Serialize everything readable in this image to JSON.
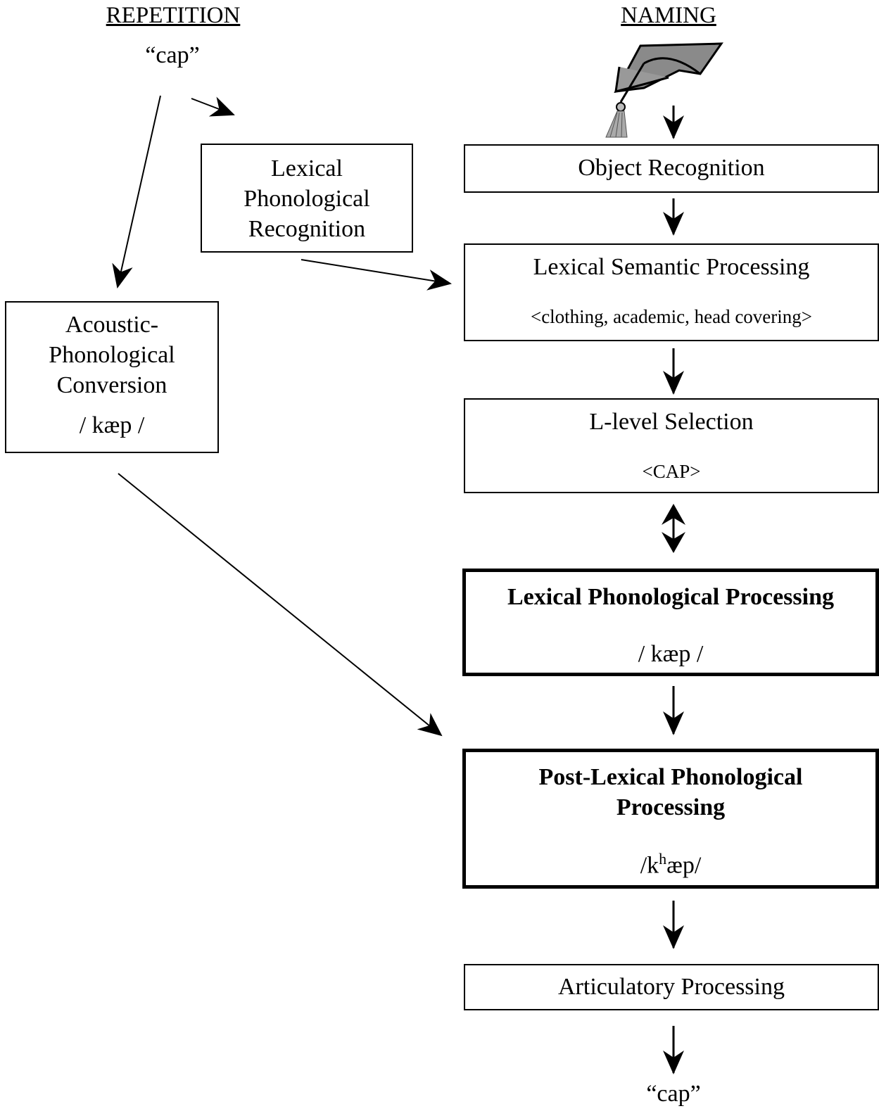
{
  "headers": {
    "repetition": "REPETITION",
    "naming": "NAMING"
  },
  "input_word": "“cap”",
  "output_word": "“cap”",
  "boxes": {
    "lexical_phon_recognition": "Lexical Phonological Recognition",
    "acoustic": {
      "title": "Acoustic- Phonological Conversion",
      "form": "/ kæp /"
    },
    "object_recognition": "Object Recognition",
    "lexical_semantic": {
      "title": "Lexical Semantic Processing",
      "features": "<clothing, academic, head covering>"
    },
    "l_level": {
      "title": "L-level Selection",
      "item": "<CAP>"
    },
    "lexical_phon_processing": {
      "title": "Lexical Phonological Processing",
      "form": "/ kæp /"
    },
    "post_lexical": {
      "title": "Post-Lexical Phonological Processing",
      "form_base": "/k",
      "form_sup": "h",
      "form_rest": "æp/"
    },
    "articulatory": "Articulatory Processing"
  },
  "icon": "graduation-cap-icon"
}
